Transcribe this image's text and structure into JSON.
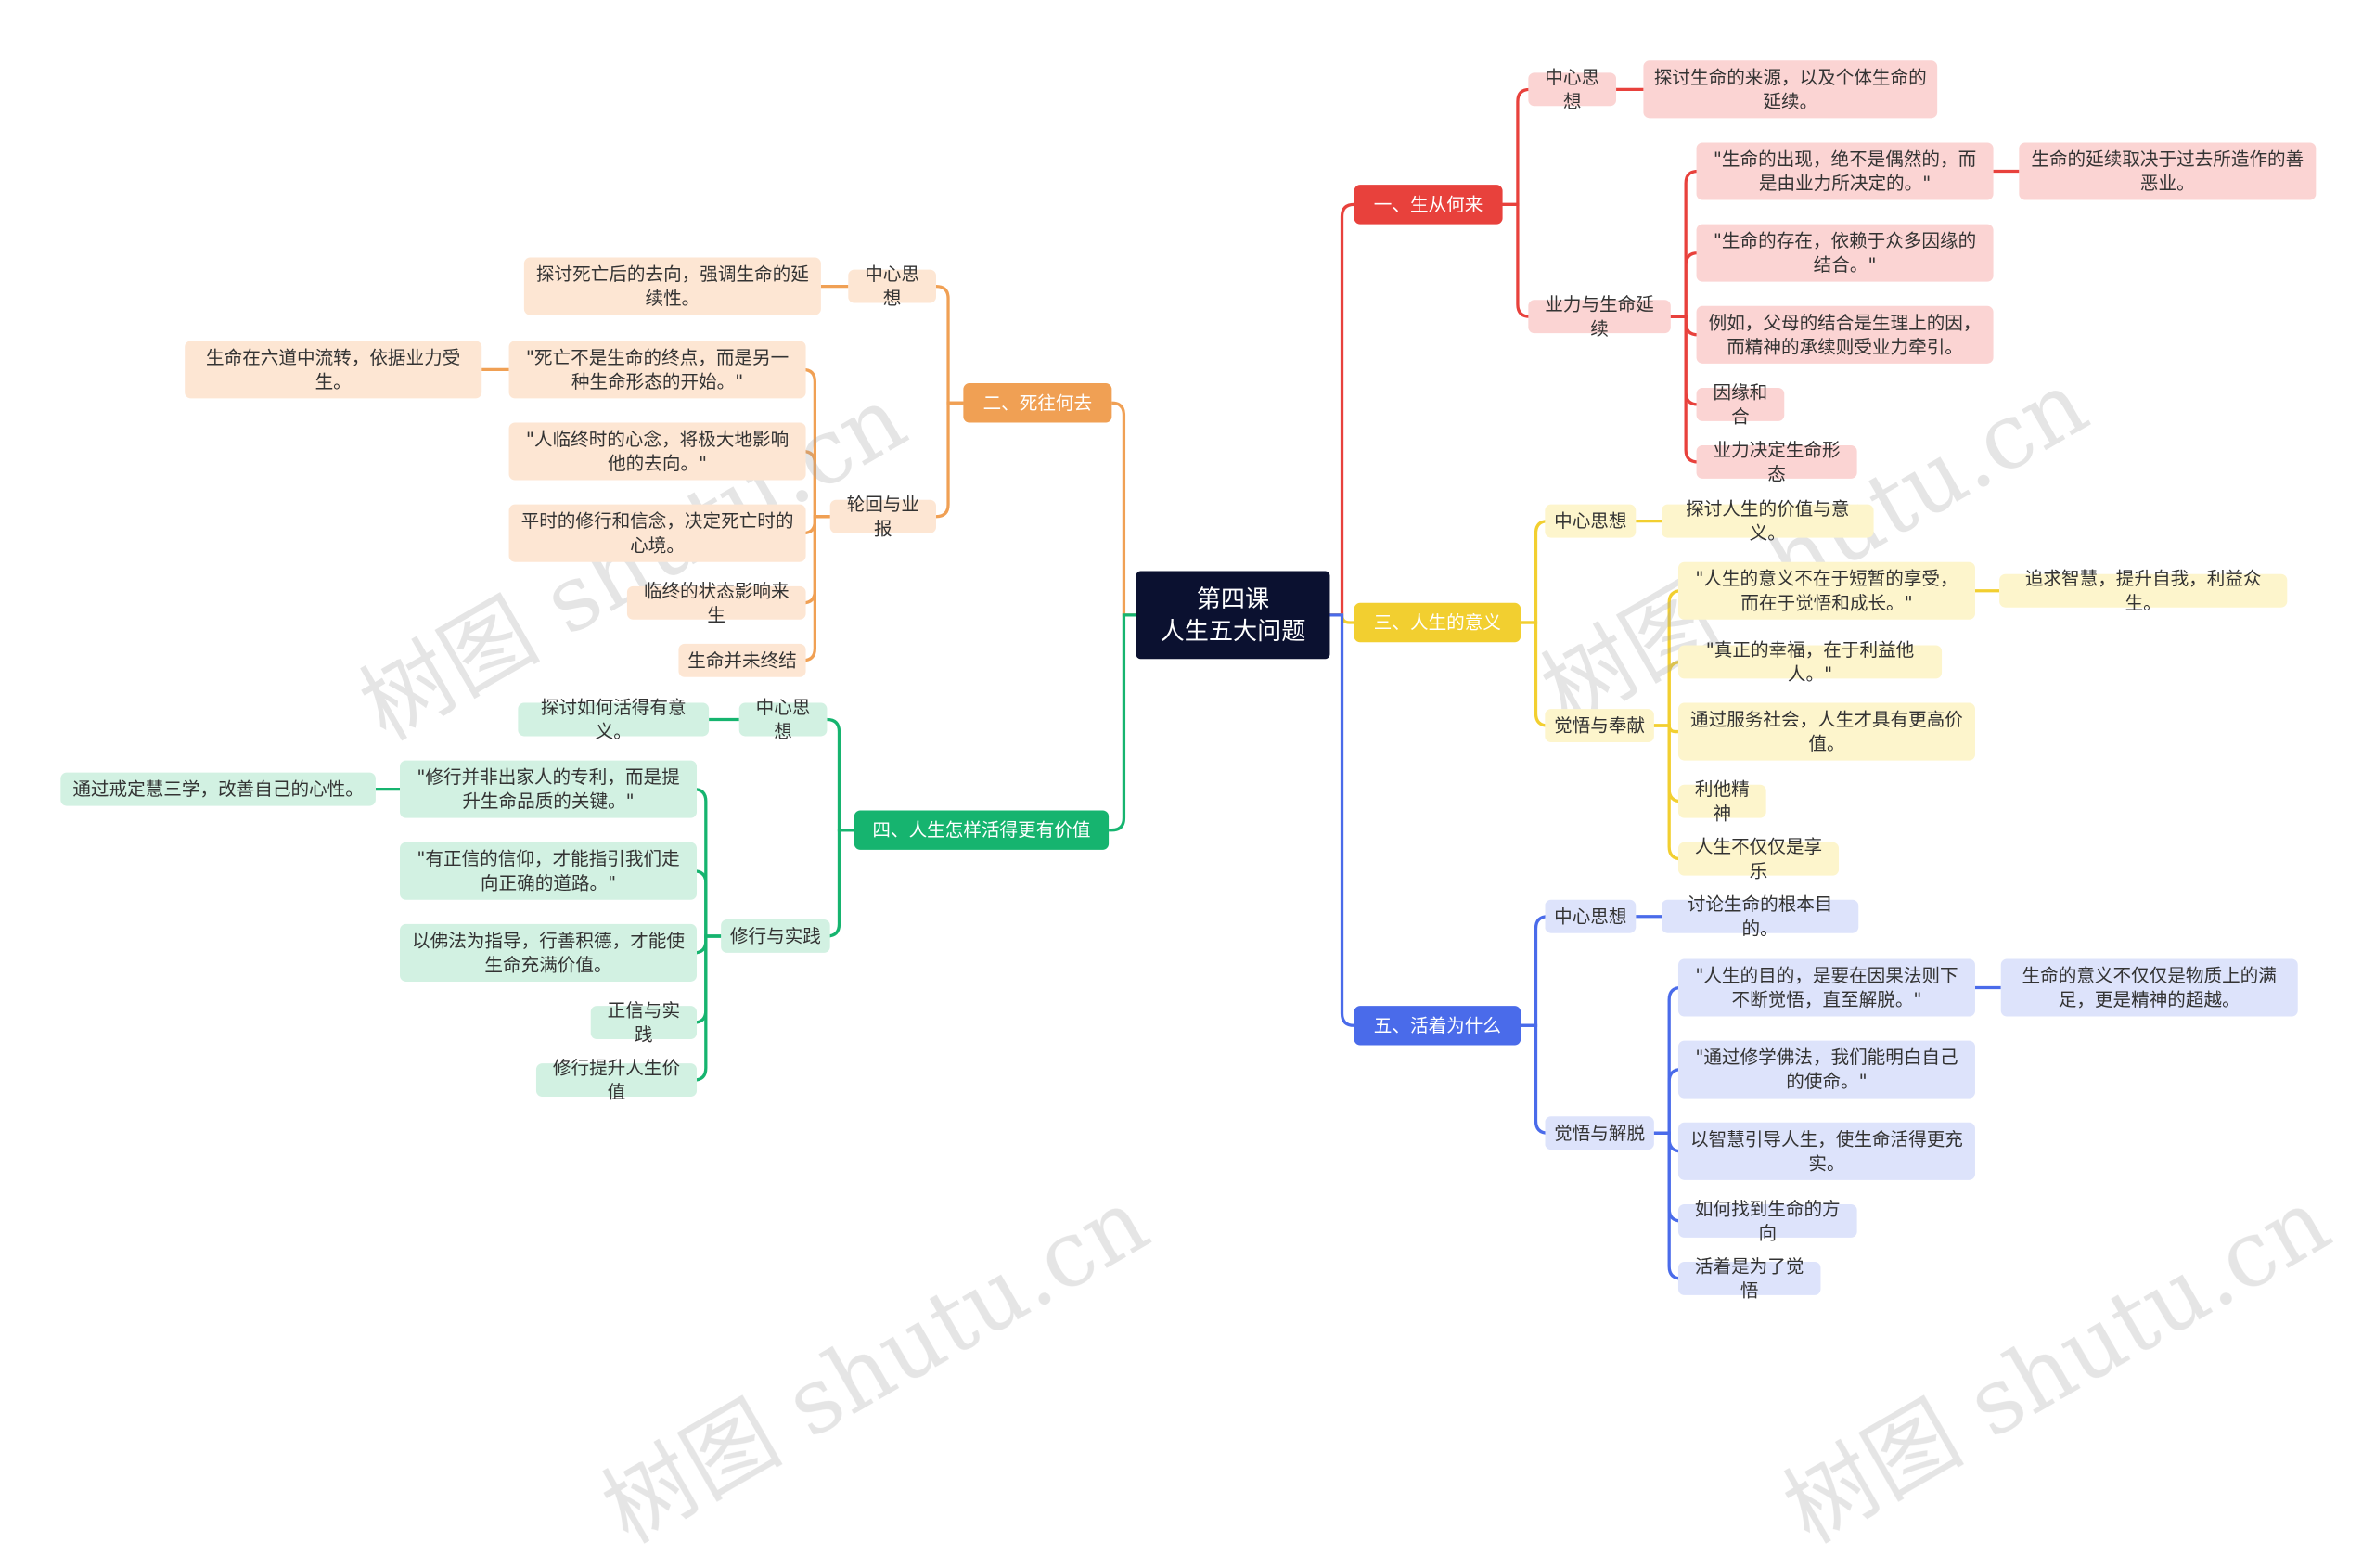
{
  "root": {
    "line1": "第四课",
    "line2": "人生五大问题"
  },
  "colors": {
    "red": "#e8413c",
    "orange": "#f0a054",
    "yellow": "#f2cf30",
    "green": "#16b46f",
    "blue": "#4a6bea",
    "red_light": "#fbd4d3",
    "orange_light": "#fde6d3",
    "yellow_light": "#fdf5cc",
    "green_light": "#d2f1e2",
    "blue_light": "#dde3fb"
  },
  "branches": {
    "b1": {
      "label": "一、生从何来",
      "center_label": "中心思想",
      "center_text": "探讨生命的来源，以及个体生命的延续。",
      "sub_label": "业力与生命延续",
      "items": [
        "\"生命的出现，绝不是偶然的，而是由业力所决定的。\"",
        "\"生命的存在，依赖于众多因缘的结合。\"",
        "例如，父母的结合是生理上的因，而精神的承续则受业力牵引。",
        "因缘和合",
        "业力决定生命形态"
      ],
      "note": "生命的延续取决于过去所造作的善恶业。"
    },
    "b2": {
      "label": "二、死往何去",
      "center_label": "中心思想",
      "center_text": "探讨死亡后的去向，强调生命的延续性。",
      "sub_label": "轮回与业报",
      "items": [
        "\"死亡不是生命的终点，而是另一种生命形态的开始。\"",
        "\"人临终时的心念，将极大地影响他的去向。\"",
        "平时的修行和信念，决定死亡时的心境。",
        "临终的状态影响来生",
        "生命并未终结"
      ],
      "note": "生命在六道中流转，依据业力受生。"
    },
    "b3": {
      "label": "三、人生的意义",
      "center_label": "中心思想",
      "center_text": "探讨人生的价值与意义。",
      "sub_label": "觉悟与奉献",
      "items": [
        "\"人生的意义不在于短暂的享受，而在于觉悟和成长。\"",
        "\"真正的幸福，在于利益他人。\"",
        "通过服务社会，人生才具有更高价值。",
        "利他精神",
        "人生不仅仅是享乐"
      ],
      "note": "追求智慧，提升自我，利益众生。"
    },
    "b4": {
      "label": "四、人生怎样活得更有价值",
      "center_label": "中心思想",
      "center_text": "探讨如何活得有意义。",
      "sub_label": "修行与实践",
      "items": [
        "\"修行并非出家人的专利，而是提升生命品质的关键。\"",
        "\"有正信的信仰，才能指引我们走向正确的道路。\"",
        "以佛法为指导，行善积德，才能使生命充满价值。",
        "正信与实践",
        "修行提升人生价值"
      ],
      "note": "通过戒定慧三学，改善自己的心性。"
    },
    "b5": {
      "label": "五、活着为什么",
      "center_label": "中心思想",
      "center_text": "讨论生命的根本目的。",
      "sub_label": "觉悟与解脱",
      "items": [
        "\"人生的目的，是要在因果法则下不断觉悟，直至解脱。\"",
        "\"通过修学佛法，我们能明白自己的使命。\"",
        "以智慧引导人生，使生命活得更充实。",
        "如何找到生命的方向",
        "活着是为了觉悟"
      ],
      "note": "生命的意义不仅仅是物质上的满足，更是精神的超越。"
    }
  },
  "watermark": "树图 shutu.cn"
}
